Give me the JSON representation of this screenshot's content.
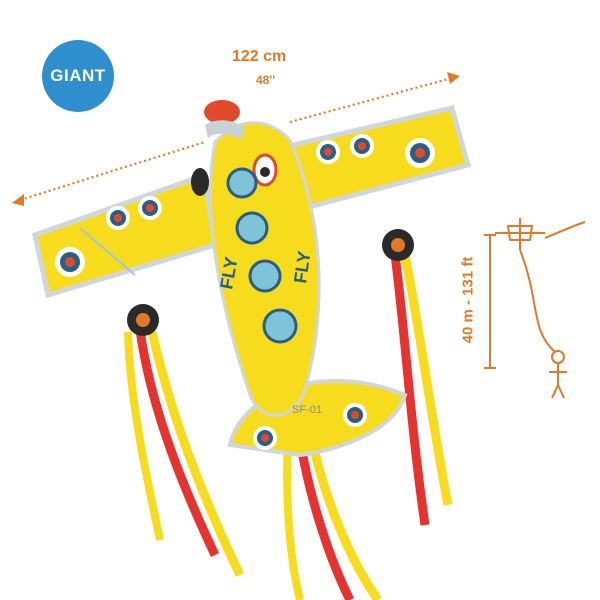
{
  "badge": {
    "label": "GIANT"
  },
  "wingspan": {
    "metric": "122 cm",
    "imperial": "48''"
  },
  "flight_height": {
    "label": "40 m - 131 ft"
  },
  "plane": {
    "left_text": "FLY",
    "right_text": "FLY",
    "tail_code": "SF-01"
  },
  "colors": {
    "accent": "#e07a26",
    "badge": "#2f8fce",
    "kite_yellow": "#f7dc1e",
    "ribbon_red": "#e5342f",
    "ribbon_yellow": "#f7dc1e"
  }
}
